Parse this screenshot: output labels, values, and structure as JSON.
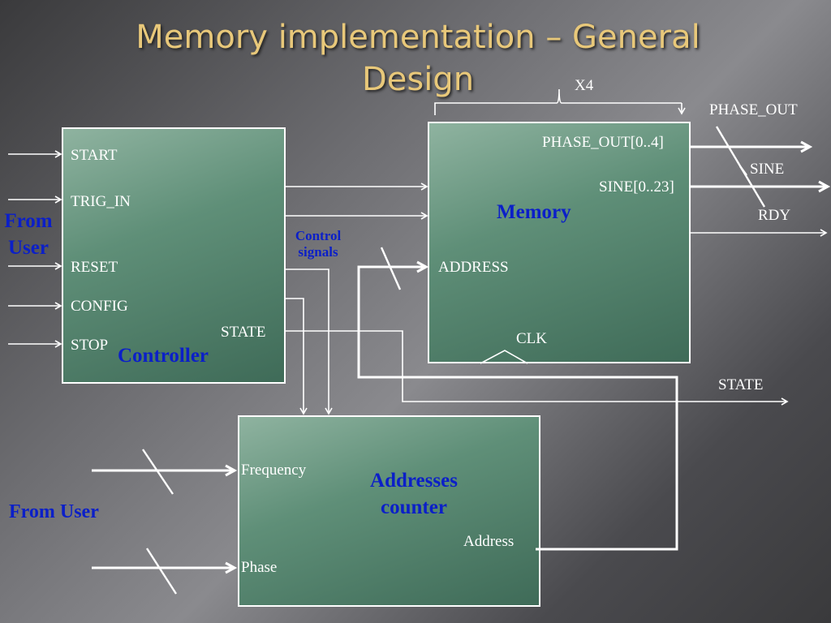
{
  "title": {
    "line1": "Memory implementation – General",
    "line2": "Design"
  },
  "controller": {
    "name": "Controller",
    "inputs": [
      "START",
      "TRIG_IN",
      "RESET",
      "CONFIG",
      "STOP"
    ],
    "state_label": "STATE"
  },
  "memory": {
    "name": "Memory",
    "phase_out_port": "PHASE_OUT[0..4]",
    "sine_port": "SINE[0..23]",
    "address_port": "ADDRESS",
    "clk_port": "CLK"
  },
  "counter": {
    "name_line1": "Addresses",
    "name_line2": "counter",
    "frequency_port": "Frequency",
    "phase_port": "Phase",
    "address_port": "Address"
  },
  "labels": {
    "x4": "X4",
    "phase_out": "PHASE_OUT",
    "sine": "SINE",
    "rdy": "RDY",
    "state_out": "STATE",
    "control_signals_1": "Control",
    "control_signals_2": "signals",
    "from_user_1": "From",
    "from_user_2": "User",
    "from_user_bottom": "From User"
  }
}
